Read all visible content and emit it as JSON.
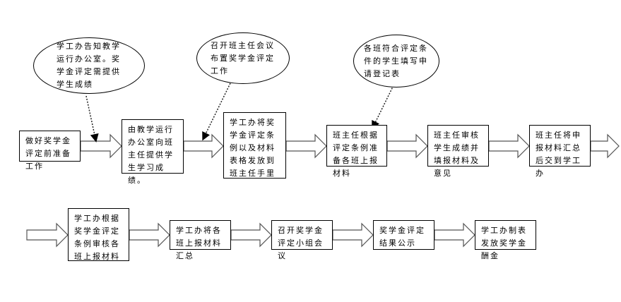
{
  "diagram": {
    "type": "flowchart",
    "row1_steps": [
      {
        "id": "s1",
        "text": "做好奖学金评定前准备工作"
      },
      {
        "id": "s2",
        "text": "由教学运行办公室向班主任提供学生学习成绩。"
      },
      {
        "id": "s3",
        "text": "学工办将奖学金评定条例以及材料表格发放到班主任手里"
      },
      {
        "id": "s4",
        "text": "班主任根据评定条例准备各班上报材料"
      },
      {
        "id": "s5",
        "text": "班主任审核学生成绩并填报材料及意见"
      },
      {
        "id": "s6",
        "text": "班主任将申报材料汇总后交到学工办"
      }
    ],
    "row2_steps": [
      {
        "id": "s7",
        "text": "学工办根据奖学金评定条例审核各班上报材料"
      },
      {
        "id": "s8",
        "text": "学工办将各班上报材料汇总"
      },
      {
        "id": "s9",
        "text": "召开奖学金评定小组会议"
      },
      {
        "id": "s10",
        "text": "奖学金评定结果公示"
      },
      {
        "id": "s11",
        "text": "学工办制表发放奖学金酬金"
      }
    ],
    "notes": [
      {
        "id": "n1",
        "text": "学工办告知教学运行办公室。奖学金评定需提供学生成绩",
        "points_to": "arrow s1→s2"
      },
      {
        "id": "n2",
        "text": "召开班主任会议布置奖学金评定工作",
        "points_to": "arrow s2→s3"
      },
      {
        "id": "n3",
        "text": "各班符合评定条件的学生填写申请登记表",
        "points_to": "s4"
      }
    ]
  }
}
